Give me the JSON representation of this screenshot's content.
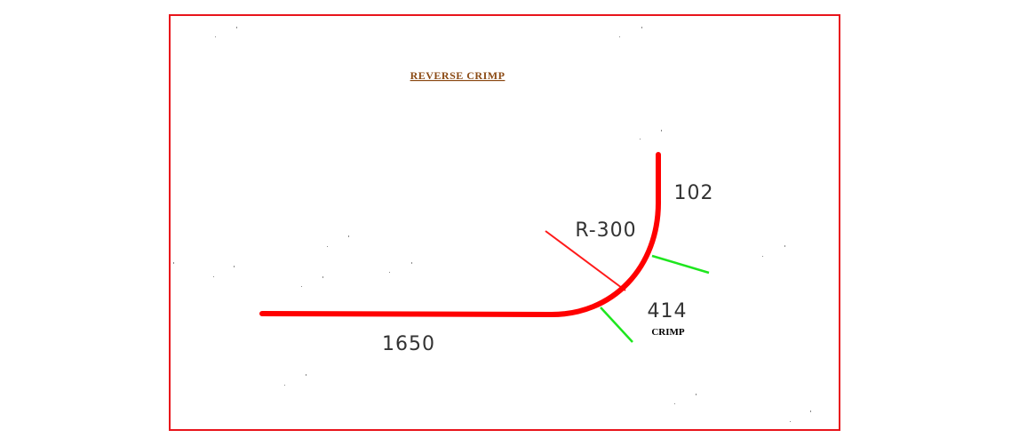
{
  "drawing": {
    "title": "REVERSE CRIMP",
    "colors": {
      "frame": "#e8141b",
      "title": "#8b4a14",
      "bar": "#ff0000",
      "radius_line": "#ff1a1a",
      "crimp_ticks": "#1ee61e",
      "text": "#333333"
    },
    "dimensions": {
      "straight_length": "1650",
      "radius": "R-300",
      "arc_length": "414",
      "end_length": "102"
    },
    "arc_label": "CRIMP"
  }
}
